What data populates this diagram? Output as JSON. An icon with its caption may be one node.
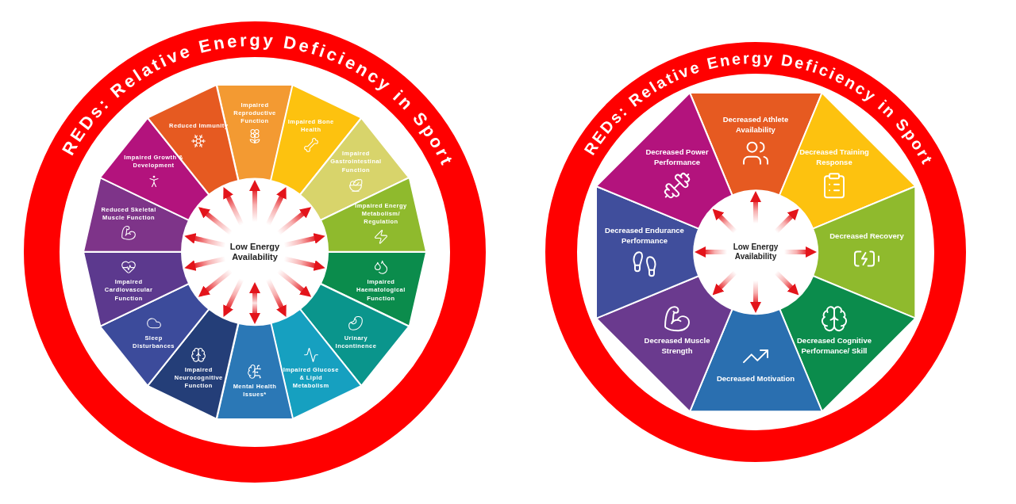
{
  "diagram": {
    "nodes": [
      {
        "text": [
          "Low Energy Availability"
        ]
      },
      {
        "text": [
          "Impaired Reproductive Function"
        ]
      },
      {
        "text": [
          "Impaired Bone Health"
        ]
      },
      {
        "text": [
          "Impaired Gastrointestinal Function"
        ]
      },
      {
        "text": [
          "Impaired Energy Metabolism/ Regulation"
        ]
      },
      {
        "text": [
          "Impaired Haematological Function"
        ]
      },
      {
        "text": [
          "Urinary Incontinence"
        ]
      },
      {
        "text": [
          "Impaired Glucose & Lipid Metabolism"
        ]
      },
      {
        "text": [
          "Mental Health Issues*"
        ]
      },
      {
        "text": [
          "Impaired Neurocognitive Function"
        ]
      },
      {
        "text": [
          "Sleep Disturbances"
        ]
      },
      {
        "text": [
          "Impaired Cardiovascular Function"
        ]
      },
      {
        "text": [
          "Reduced Skeletal Muscle Function"
        ]
      },
      {
        "text": [
          "Impaired Growth & Development"
        ]
      },
      {
        "text": [
          "Reduced Immunity"
        ]
      },
      {
        "text": [
          "Low Energy Availability"
        ]
      },
      {
        "text": [
          "Decreased Athlete Availability"
        ]
      },
      {
        "text": [
          "Decreased Training Response"
        ]
      },
      {
        "text": [
          "Decreased Recovery"
        ]
      },
      {
        "text": [
          "Decreased Cognitive Performance/ Skill"
        ]
      },
      {
        "text": [
          "Decreased Motivation"
        ]
      },
      {
        "text": [
          "Decreased Muscle Strength"
        ]
      },
      {
        "text": [
          "Decreased Endurance Performance"
        ]
      },
      {
        "text": [
          "Decreased Power Performance"
        ]
      }
    ],
    "edges": [
      {
        "from": 0,
        "to": 1,
        "arrow": "to"
      },
      {
        "from": 0,
        "to": 2,
        "arrow": "to"
      },
      {
        "from": 0,
        "to": 3,
        "arrow": "to"
      },
      {
        "from": 0,
        "to": 4,
        "arrow": "to"
      },
      {
        "from": 0,
        "to": 5,
        "arrow": "to"
      },
      {
        "from": 0,
        "to": 6,
        "arrow": "to"
      },
      {
        "from": 0,
        "to": 7,
        "arrow": "to"
      },
      {
        "from": 0,
        "to": 8,
        "arrow": "both"
      },
      {
        "from": 0,
        "to": 9,
        "arrow": "to"
      },
      {
        "from": 0,
        "to": 10,
        "arrow": "to"
      },
      {
        "from": 0,
        "to": 11,
        "arrow": "to"
      },
      {
        "from": 0,
        "to": 12,
        "arrow": "to"
      },
      {
        "from": 0,
        "to": 13,
        "arrow": "to"
      },
      {
        "from": 0,
        "to": 14,
        "arrow": "to"
      },
      {
        "from": 15,
        "to": 16,
        "arrow": "to"
      },
      {
        "from": 15,
        "to": 17,
        "arrow": "to"
      },
      {
        "from": 15,
        "to": 18,
        "arrow": "to"
      },
      {
        "from": 15,
        "to": 19,
        "arrow": "to"
      },
      {
        "from": 15,
        "to": 20,
        "arrow": "to"
      },
      {
        "from": 15,
        "to": 21,
        "arrow": "to"
      },
      {
        "from": 15,
        "to": 22,
        "arrow": "to"
      },
      {
        "from": 15,
        "to": 23,
        "arrow": "to"
      }
    ],
    "labels": [
      "REDs: Relative Energy Deficiency in Sport",
      "REDs: Relative Energy Deficiency in Sport"
    ]
  }
}
